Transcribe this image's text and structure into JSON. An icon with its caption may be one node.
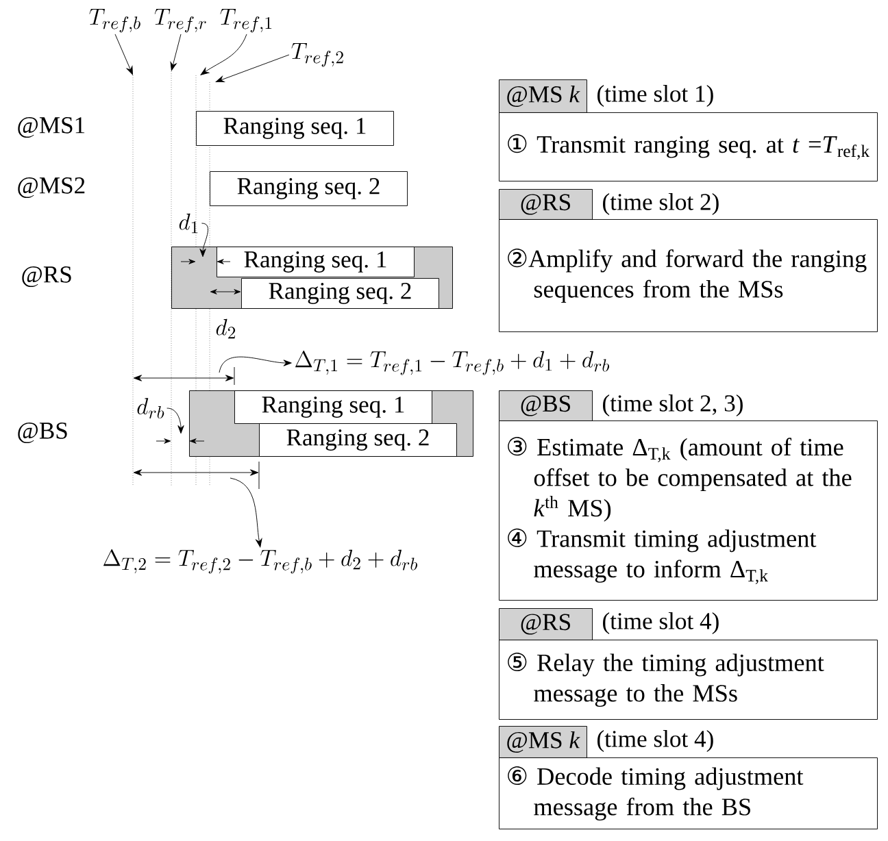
{
  "diagram": {
    "nodes": [
      {
        "text": [
          "Ranging seq. 1"
        ]
      },
      {
        "text": [
          "Ranging seq. 2"
        ]
      },
      {
        "text": [],
        "shape": "bar"
      },
      {
        "text": [
          "Ranging seq. 1"
        ],
        "in": 2
      },
      {
        "text": [
          "Ranging seq. 2"
        ],
        "in": 2
      },
      {
        "text": [],
        "shape": "bar"
      },
      {
        "text": [
          "Ranging seq. 1"
        ],
        "in": 5
      },
      {
        "text": [
          "Ranging seq. 2"
        ],
        "in": 5
      },
      {
        "text": [
          "T_{ref,b}"
        ]
      },
      {
        "text": [
          "T_{ref,r}"
        ]
      },
      {
        "text": [
          "T_{ref,1}"
        ]
      },
      {
        "text": [
          "T_{ref,2}"
        ]
      },
      {
        "text": [
          "d_1"
        ]
      },
      {
        "text": [
          "d_{rb}"
        ]
      },
      {
        "text": [
          "\\Delta_{T,1} = T_{ref,1} - T_{ref,b} + d_1 + d_{rb}"
        ]
      },
      {
        "text": [
          "\\Delta_{T,2} = T_{ref,2} - T_{ref,b} + d_2 + d_{rb}"
        ]
      },
      {
        "text": [
          "@MS *k*"
        ],
        "beside": [
          "(time slot 1)"
        ]
      },
      {
        "text": [
          "① Transmit ranging seq. at *t* =*T*$_{ref,k}$"
        ]
      },
      {
        "text": [
          "@RS"
        ],
        "beside": [
          "(time slot 2)"
        ]
      },
      {
        "text": [
          "②Amplify and forward the ranging sequences from the MSs"
        ]
      },
      {
        "text": [
          "@BS"
        ],
        "beside": [
          "(time slot 2, 3)"
        ]
      },
      {
        "text": [
          "③ Estimate Δ$_{T,k}$ (amount of time offset to be compensated at the *k*$^{th}$ MS)",
          "④ Transmit timing adjustment message to inform Δ$_{T,k}$"
        ]
      },
      {
        "text": [
          "@RS"
        ],
        "beside": [
          "(time slot 4)"
        ]
      },
      {
        "text": [
          "⑤ Relay the timing adjustment message to the MSs"
        ]
      },
      {
        "text": [
          "@MS *k*"
        ],
        "beside": [
          "(time slot 4)"
        ]
      },
      {
        "text": [
          "⑥ Decode timing adjustment message from the BS"
        ]
      }
    ],
    "edges": [
      {
        "from": 8,
        "to": null,
        "arrow": "to"
      },
      {
        "from": 9,
        "to": null,
        "arrow": "to"
      },
      {
        "from": 10,
        "to": null,
        "arrow": "to"
      },
      {
        "from": 11,
        "to": null,
        "arrow": "to"
      },
      {
        "from": 12,
        "to": null,
        "arrow": "to"
      },
      {
        "from": 13,
        "to": null,
        "arrow": "to"
      },
      {
        "from": null,
        "to": 14,
        "arrow": "to"
      },
      {
        "from": null,
        "to": 15,
        "arrow": "to"
      }
    ],
    "labels": [
      "@MS1",
      "@MS2",
      "@RS",
      "d_2",
      "@BS"
    ]
  }
}
